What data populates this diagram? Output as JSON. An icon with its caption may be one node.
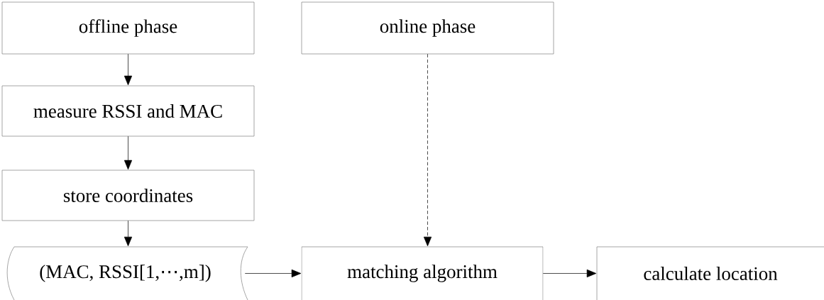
{
  "diagram": {
    "nodes": [
      {
        "text": [
          "offline phase"
        ]
      },
      {
        "text": [
          "online phase"
        ]
      },
      {
        "text": [
          "measure RSSI and MAC"
        ]
      },
      {
        "text": [
          "store coordinates"
        ]
      },
      {
        "text": [
          "(MAC, RSSI[1,⋯,m])"
        ]
      },
      {
        "text": [
          "matching algorithm"
        ]
      },
      {
        "text": [
          "calculate location"
        ]
      }
    ],
    "edges": [
      {
        "from": 0,
        "to": 2,
        "arrow": "to"
      },
      {
        "from": 2,
        "to": 3,
        "arrow": "to"
      },
      {
        "from": 3,
        "to": 4,
        "arrow": "to"
      },
      {
        "from": 1,
        "to": 5,
        "arrow": "to",
        "style": "dashed"
      },
      {
        "from": 4,
        "to": 5,
        "arrow": "to"
      },
      {
        "from": 5,
        "to": 6,
        "arrow": "to"
      }
    ]
  }
}
